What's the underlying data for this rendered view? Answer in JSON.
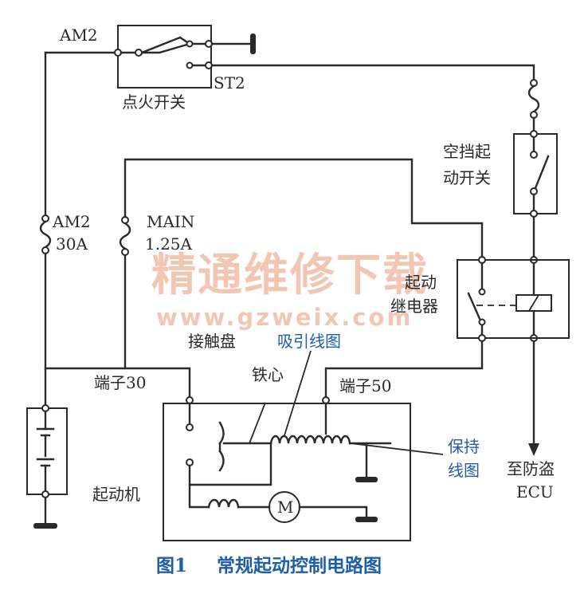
{
  "labels": {
    "am2_top": "AM2",
    "st2": "ST2",
    "ignition_switch": "点火开关",
    "neutral_start_switch_line1": "空挡起",
    "neutral_start_switch_line2": "动开关",
    "am2_fuse_name": "AM2",
    "am2_fuse_rating": "30A",
    "main_fuse_name": "MAIN",
    "main_fuse_rating": "1.25A",
    "start_relay_line1": "起动",
    "start_relay_line2": "继电器",
    "contact_disc": "接触盘",
    "pull_in_coil": "吸引线图",
    "iron_core": "铁心",
    "terminal_30": "端子30",
    "terminal_50": "端子50",
    "hold_coil_line1": "保持",
    "hold_coil_line2": "线图",
    "starter": "起动机",
    "to_ecu_line1": "至防盗",
    "to_ecu_line2": "ECU",
    "motor_symbol": "M"
  },
  "caption": {
    "number": "图1",
    "title": "常规起动控制电路图"
  },
  "watermark": {
    "cn": "精通维修下载",
    "url": "www.gzweix.com"
  },
  "colors": {
    "wire": "#2a2a2a",
    "blue_label": "#1f5ea8",
    "watermark": "#e79a76"
  }
}
